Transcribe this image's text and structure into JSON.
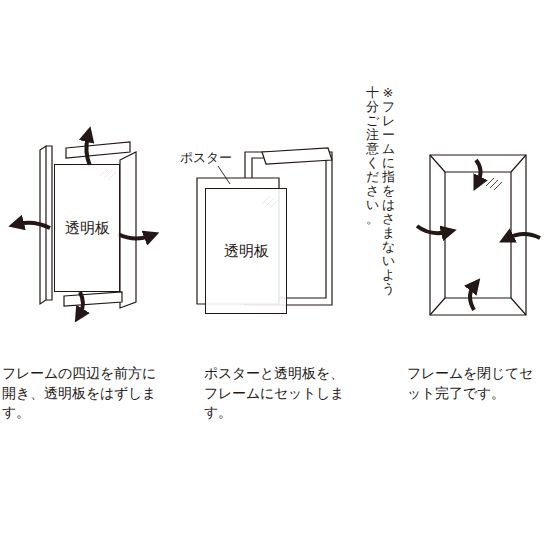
{
  "diagram": {
    "nodes": [
      {
        "text": [
          "透明板"
        ]
      },
      {
        "text": [
          "透明板"
        ]
      }
    ],
    "labels": [
      "ポスター",
      "※フレームに指をはさまないよう十分ご注意ください。",
      "フレームの四辺を前方に開き、透明板をはずします。",
      "ポスターと透明板を、フレームにセットします。",
      "フレームを閉じてセット完了です。"
    ]
  }
}
